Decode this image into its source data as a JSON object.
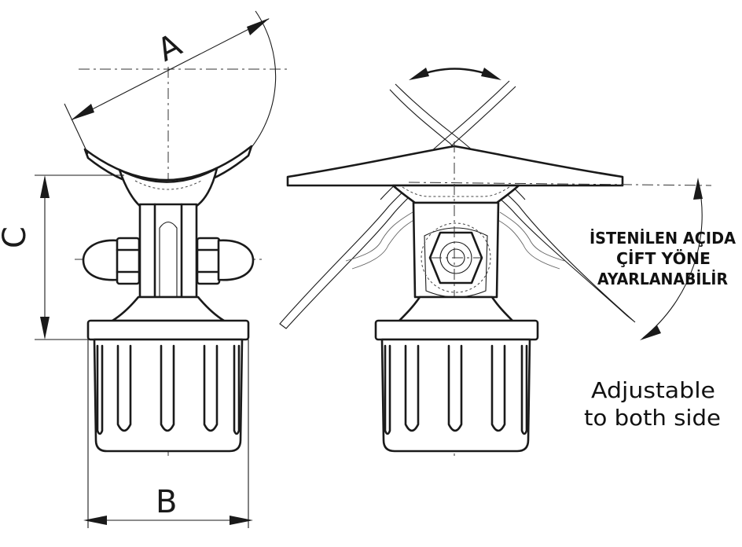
{
  "dimensions": {
    "a": "A",
    "b": "B",
    "c": "C"
  },
  "note_tr": {
    "line1": "İSTENİLEN AÇIDA",
    "line2": "ÇİFT YÖNE",
    "line3": "AYARLANABİLİR"
  },
  "note_en": {
    "line1": "Adjustable",
    "line2": "to both side"
  }
}
